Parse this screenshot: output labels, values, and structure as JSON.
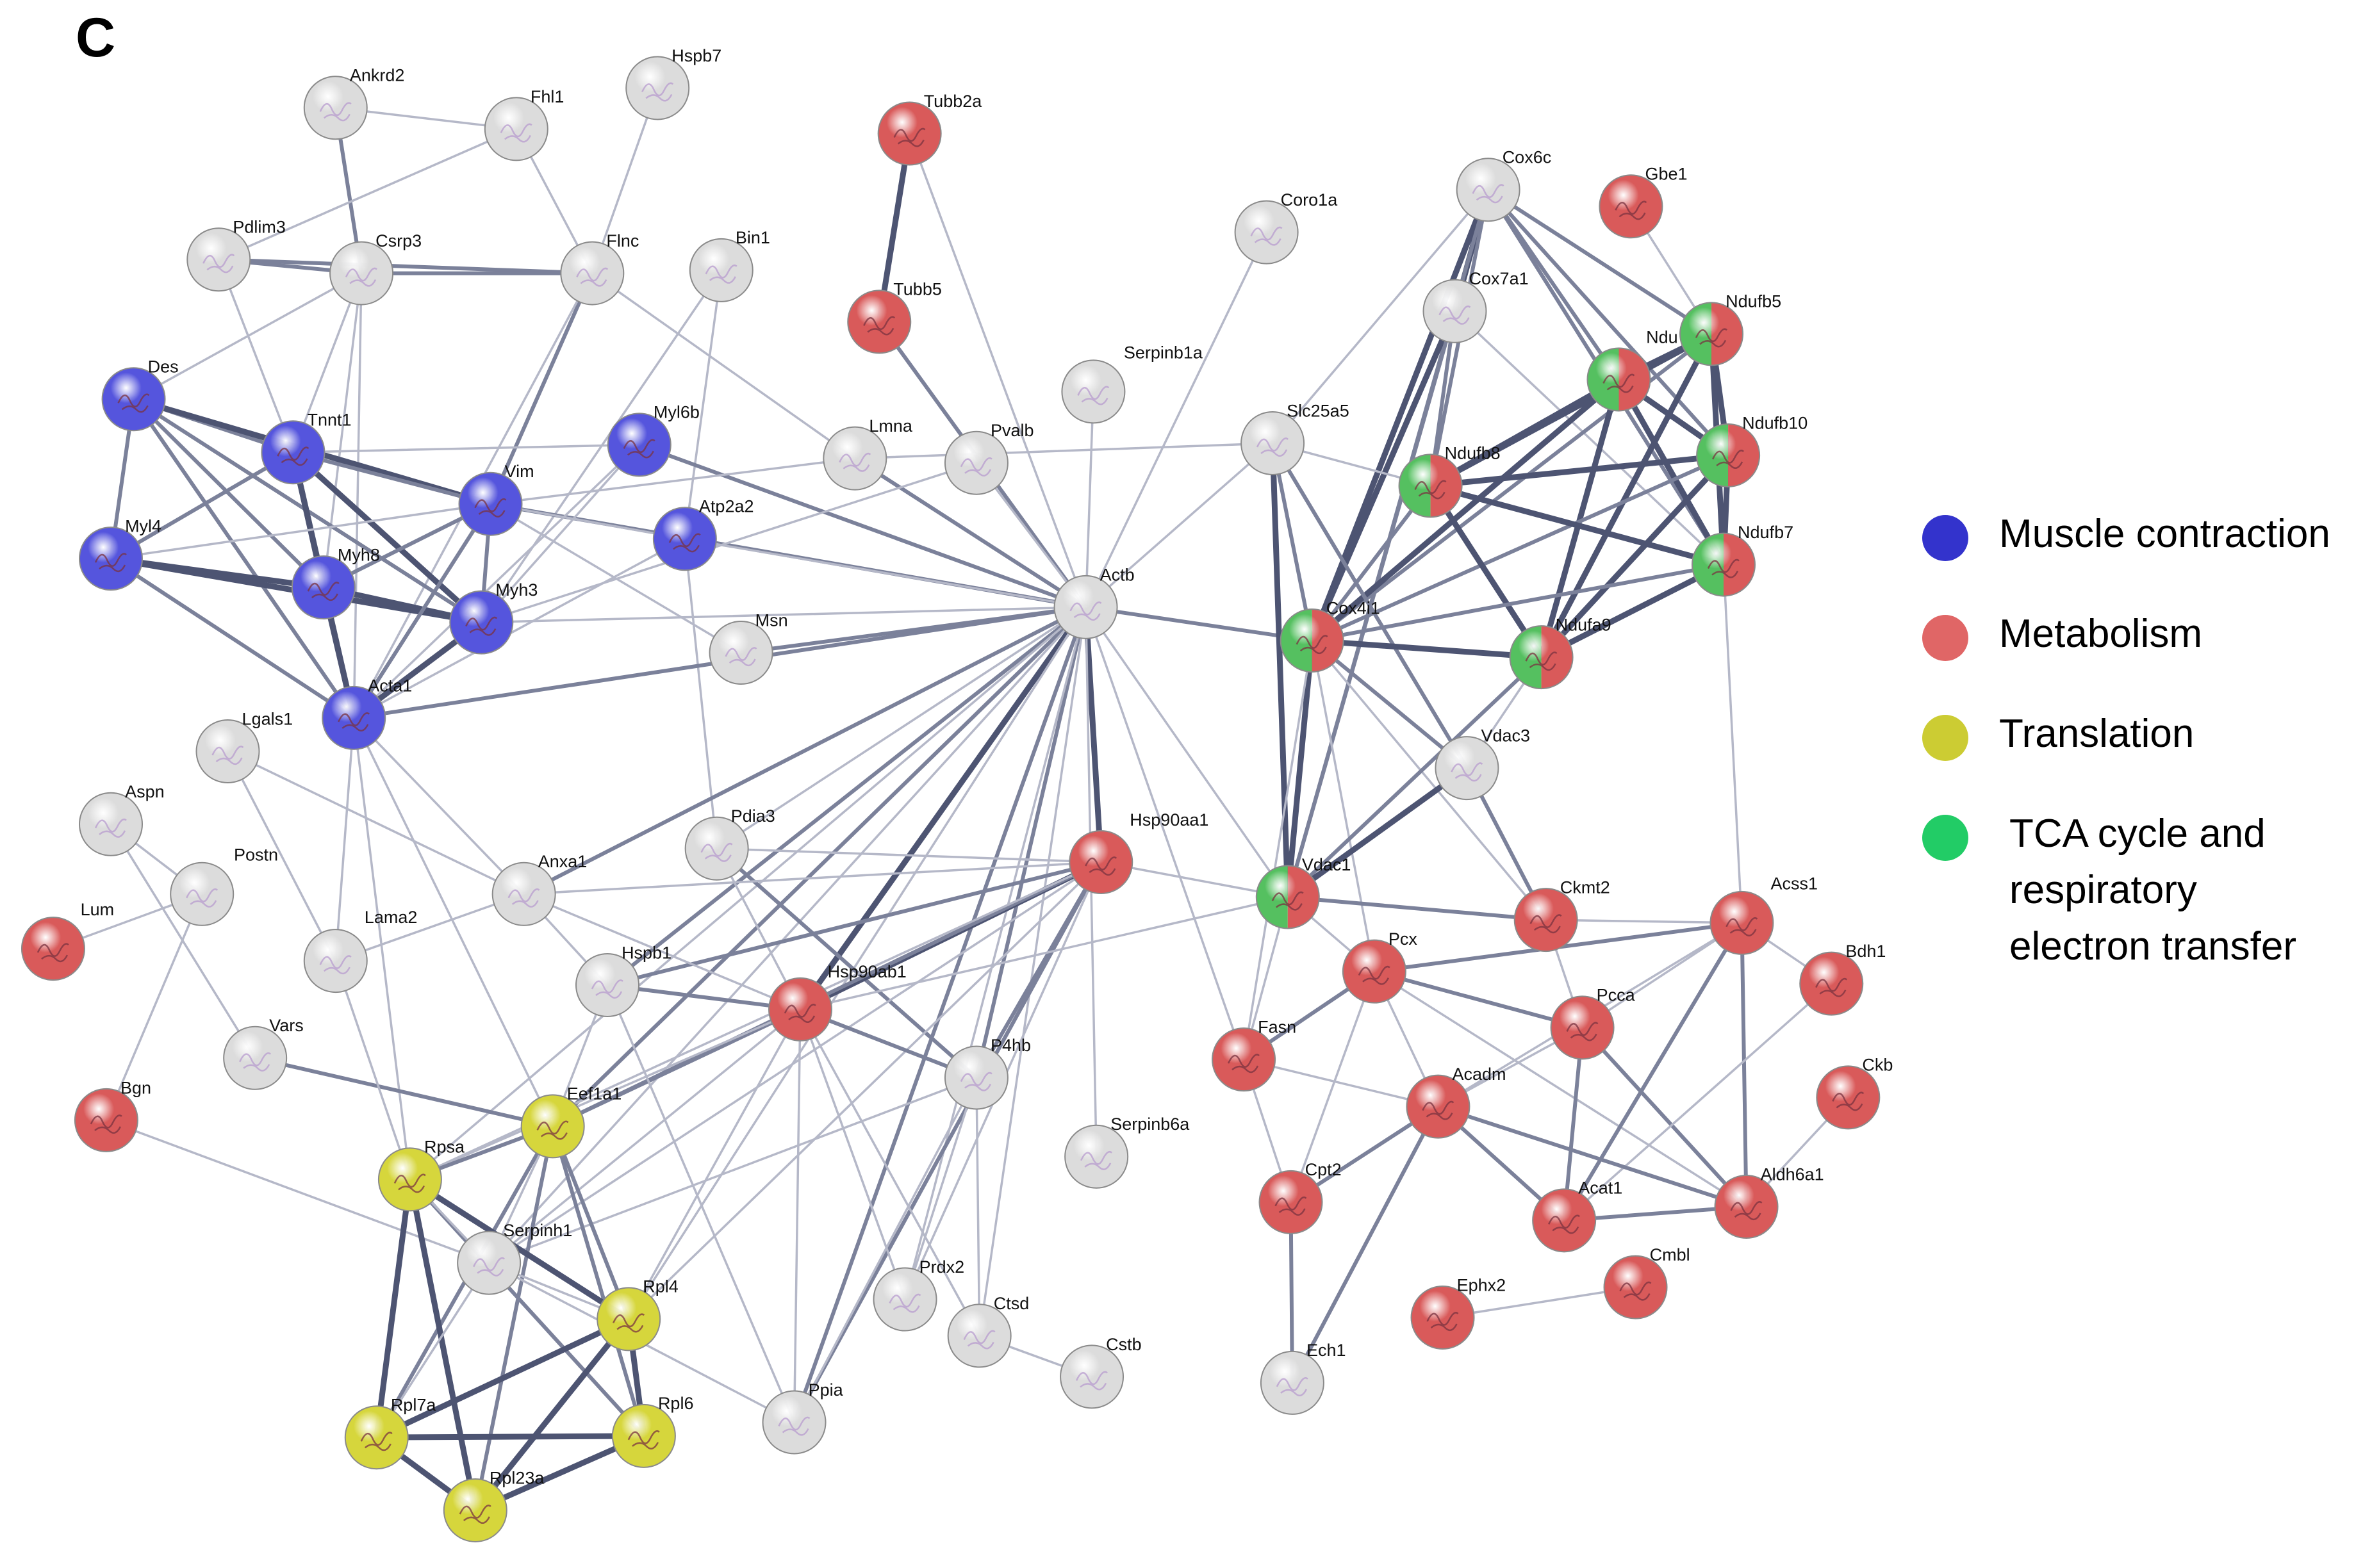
{
  "panel_label": "C",
  "legend": [
    {
      "key": "muscle",
      "label": "Muscle contraction",
      "color": "#3333cc"
    },
    {
      "key": "metab",
      "label": "Metabolism",
      "color": "#e06666"
    },
    {
      "key": "transl",
      "label": "Translation",
      "color": "#cccc33"
    },
    {
      "key": "tca",
      "label": "TCA cycle and respiratory electron transfer",
      "label_lines": [
        "TCA cycle and",
        "respiratory",
        "electron transfer"
      ],
      "color": "#22cc66"
    }
  ],
  "node_colors": {
    "grey": "#dcdcdc",
    "muscle": "#5555dd",
    "metab": "#d95a5a",
    "transl": "#d6d63c",
    "tca": "#55c060"
  },
  "nodes": [
    {
      "id": "Ankrd2",
      "groups": [
        "grey"
      ]
    },
    {
      "id": "Fhl1",
      "groups": [
        "grey"
      ]
    },
    {
      "id": "Hspb7",
      "groups": [
        "grey"
      ]
    },
    {
      "id": "Tubb2a",
      "groups": [
        "metab"
      ]
    },
    {
      "id": "Pdlim3",
      "groups": [
        "grey"
      ]
    },
    {
      "id": "Csrp3",
      "groups": [
        "grey"
      ]
    },
    {
      "id": "Flnc",
      "groups": [
        "grey"
      ]
    },
    {
      "id": "Bin1",
      "groups": [
        "grey"
      ]
    },
    {
      "id": "Tubb5",
      "groups": [
        "metab"
      ]
    },
    {
      "id": "Coro1a",
      "groups": [
        "grey"
      ]
    },
    {
      "id": "Cox6c",
      "groups": [
        "grey"
      ]
    },
    {
      "id": "Gbe1",
      "groups": [
        "metab"
      ]
    },
    {
      "id": "Cox7a1",
      "groups": [
        "grey"
      ]
    },
    {
      "id": "Ndufb5",
      "groups": [
        "tca",
        "metab"
      ]
    },
    {
      "id": "Ndu",
      "groups": [
        "tca",
        "metab"
      ]
    },
    {
      "id": "Des",
      "groups": [
        "muscle"
      ]
    },
    {
      "id": "Tnnt1",
      "groups": [
        "muscle"
      ]
    },
    {
      "id": "Serpinb1a",
      "groups": [
        "grey"
      ]
    },
    {
      "id": "Myl6b",
      "groups": [
        "muscle"
      ]
    },
    {
      "id": "Lmna",
      "groups": [
        "grey"
      ]
    },
    {
      "id": "Pvalb",
      "groups": [
        "grey"
      ]
    },
    {
      "id": "Slc25a5",
      "groups": [
        "grey"
      ]
    },
    {
      "id": "Ndufb10",
      "groups": [
        "tca",
        "metab"
      ]
    },
    {
      "id": "Ndufb8",
      "groups": [
        "tca",
        "metab"
      ]
    },
    {
      "id": "Vim",
      "groups": [
        "muscle"
      ]
    },
    {
      "id": "Atp2a2",
      "groups": [
        "muscle"
      ]
    },
    {
      "id": "Myl4",
      "groups": [
        "muscle"
      ]
    },
    {
      "id": "Myh8",
      "groups": [
        "muscle"
      ]
    },
    {
      "id": "Ndufb7",
      "groups": [
        "tca",
        "metab"
      ]
    },
    {
      "id": "Actb",
      "groups": [
        "grey"
      ]
    },
    {
      "id": "Myh3",
      "groups": [
        "muscle"
      ]
    },
    {
      "id": "Msn",
      "groups": [
        "grey"
      ]
    },
    {
      "id": "Cox4i1",
      "groups": [
        "tca",
        "metab"
      ]
    },
    {
      "id": "Ndufa9",
      "groups": [
        "tca",
        "metab"
      ]
    },
    {
      "id": "Acta1",
      "groups": [
        "muscle"
      ]
    },
    {
      "id": "Lgals1",
      "groups": [
        "grey"
      ]
    },
    {
      "id": "Vdac3",
      "groups": [
        "grey"
      ]
    },
    {
      "id": "Aspn",
      "groups": [
        "grey"
      ]
    },
    {
      "id": "Pdia3",
      "groups": [
        "grey"
      ]
    },
    {
      "id": "Hsp90aa1",
      "groups": [
        "metab"
      ]
    },
    {
      "id": "Vdac1",
      "groups": [
        "tca",
        "metab"
      ]
    },
    {
      "id": "Postn",
      "groups": [
        "grey"
      ]
    },
    {
      "id": "Anxa1",
      "groups": [
        "grey"
      ]
    },
    {
      "id": "Ckmt2",
      "groups": [
        "metab"
      ]
    },
    {
      "id": "Acss1",
      "groups": [
        "metab"
      ]
    },
    {
      "id": "Lum",
      "groups": [
        "metab"
      ]
    },
    {
      "id": "Lama2",
      "groups": [
        "grey"
      ]
    },
    {
      "id": "Hspb1",
      "groups": [
        "grey"
      ]
    },
    {
      "id": "Hsp90ab1",
      "groups": [
        "metab"
      ]
    },
    {
      "id": "Pcx",
      "groups": [
        "metab"
      ]
    },
    {
      "id": "Bdh1",
      "groups": [
        "metab"
      ]
    },
    {
      "id": "Pcca",
      "groups": [
        "metab"
      ]
    },
    {
      "id": "Vars",
      "groups": [
        "grey"
      ]
    },
    {
      "id": "Fasn",
      "groups": [
        "metab"
      ]
    },
    {
      "id": "P4hb",
      "groups": [
        "grey"
      ]
    },
    {
      "id": "Ckb",
      "groups": [
        "metab"
      ]
    },
    {
      "id": "Acadm",
      "groups": [
        "metab"
      ]
    },
    {
      "id": "Bgn",
      "groups": [
        "metab"
      ]
    },
    {
      "id": "Eef1a1",
      "groups": [
        "transl"
      ]
    },
    {
      "id": "Serpinb6a",
      "groups": [
        "grey"
      ]
    },
    {
      "id": "Rpsa",
      "groups": [
        "transl"
      ]
    },
    {
      "id": "Cpt2",
      "groups": [
        "metab"
      ]
    },
    {
      "id": "Acat1",
      "groups": [
        "metab"
      ]
    },
    {
      "id": "Aldh6a1",
      "groups": [
        "metab"
      ]
    },
    {
      "id": "Serpinh1",
      "groups": [
        "grey"
      ]
    },
    {
      "id": "Prdx2",
      "groups": [
        "grey"
      ]
    },
    {
      "id": "Rpl4",
      "groups": [
        "transl"
      ]
    },
    {
      "id": "Ctsd",
      "groups": [
        "grey"
      ]
    },
    {
      "id": "Cmbl",
      "groups": [
        "metab"
      ]
    },
    {
      "id": "Ephx2",
      "groups": [
        "metab"
      ]
    },
    {
      "id": "Cstb",
      "groups": [
        "grey"
      ]
    },
    {
      "id": "Ech1",
      "groups": [
        "grey"
      ]
    },
    {
      "id": "Rpl6",
      "groups": [
        "transl"
      ]
    },
    {
      "id": "Rpl7a",
      "groups": [
        "transl"
      ]
    },
    {
      "id": "Ppia",
      "groups": [
        "grey"
      ]
    },
    {
      "id": "Rpl23a",
      "groups": [
        "transl"
      ]
    }
  ],
  "edges": [
    [
      "Ankrd2",
      "Fhl1",
      1
    ],
    [
      "Ankrd2",
      "Csrp3",
      2
    ],
    [
      "Fhl1",
      "Pdlim3",
      1
    ],
    [
      "Fhl1",
      "Flnc",
      1
    ],
    [
      "Hspb7",
      "Flnc",
      1
    ],
    [
      "Pdlim3",
      "Csrp3",
      2
    ],
    [
      "Pdlim3",
      "Flnc",
      2
    ],
    [
      "Pdlim3",
      "Tnnt1",
      1
    ],
    [
      "Csrp3",
      "Flnc",
      2
    ],
    [
      "Csrp3",
      "Des",
      1
    ],
    [
      "Csrp3",
      "Tnnt1",
      1
    ],
    [
      "Csrp3",
      "Myh8",
      1
    ],
    [
      "Csrp3",
      "Acta1",
      1
    ],
    [
      "Flnc",
      "Vim",
      2
    ],
    [
      "Flnc",
      "Acta1",
      1
    ],
    [
      "Flnc",
      "Lmna",
      1
    ],
    [
      "Bin1",
      "Atp2a2",
      1
    ],
    [
      "Bin1",
      "Myh3",
      1
    ],
    [
      "Tubb2a",
      "Tubb5",
      3
    ],
    [
      "Tubb2a",
      "Actb",
      1
    ],
    [
      "Tubb5",
      "Actb",
      2
    ],
    [
      "Coro1a",
      "Actb",
      1
    ],
    [
      "Serpinb1a",
      "Actb",
      1
    ],
    [
      "Des",
      "Tnnt1",
      2
    ],
    [
      "Des",
      "Myl4",
      2
    ],
    [
      "Des",
      "Myh8",
      2
    ],
    [
      "Des",
      "Vim",
      3
    ],
    [
      "Des",
      "Myh3",
      2
    ],
    [
      "Des",
      "Acta1",
      2
    ],
    [
      "Tnnt1",
      "Myl4",
      2
    ],
    [
      "Tnnt1",
      "Myh8",
      3
    ],
    [
      "Tnnt1",
      "Myh3",
      3
    ],
    [
      "Tnnt1",
      "Acta1",
      3
    ],
    [
      "Tnnt1",
      "Vim",
      2
    ],
    [
      "Tnnt1",
      "Myl6b",
      1
    ],
    [
      "Myl4",
      "Myh8",
      3
    ],
    [
      "Myl4",
      "Myh3",
      3
    ],
    [
      "Myl4",
      "Acta1",
      2
    ],
    [
      "Myl4",
      "Vim",
      1
    ],
    [
      "Myh8",
      "Myh3",
      3
    ],
    [
      "Myh8",
      "Acta1",
      3
    ],
    [
      "Myh8",
      "Vim",
      2
    ],
    [
      "Myh3",
      "Acta1",
      3
    ],
    [
      "Myh3",
      "Vim",
      2
    ],
    [
      "Myh3",
      "Actb",
      1
    ],
    [
      "Vim",
      "Acta1",
      2
    ],
    [
      "Vim",
      "Actb",
      2
    ],
    [
      "Vim",
      "Atp2a2",
      1
    ],
    [
      "Myl6b",
      "Myh3",
      1
    ],
    [
      "Myl6b",
      "Actb",
      2
    ],
    [
      "Myl6b",
      "Acta1",
      1
    ],
    [
      "Atp2a2",
      "Actb",
      1
    ],
    [
      "Atp2a2",
      "Acta1",
      1
    ],
    [
      "Atp2a2",
      "Pdia3",
      1
    ],
    [
      "Acta1",
      "Actb",
      2
    ],
    [
      "Acta1",
      "Lama2",
      1
    ],
    [
      "Acta1",
      "Eef1a1",
      1
    ],
    [
      "Acta1",
      "Rpsa",
      1
    ],
    [
      "Acta1",
      "Anxa1",
      1
    ],
    [
      "Lmna",
      "Actb",
      2
    ],
    [
      "Lmna",
      "Vim",
      1
    ],
    [
      "Lmna",
      "Slc25a5",
      1
    ],
    [
      "Pvalb",
      "Actb",
      1
    ],
    [
      "Pvalb",
      "Myh3",
      1
    ],
    [
      "Msn",
      "Actb",
      2
    ],
    [
      "Msn",
      "Vim",
      1
    ],
    [
      "Actb",
      "Slc25a5",
      1
    ],
    [
      "Actb",
      "Cox4i1",
      2
    ],
    [
      "Actb",
      "Vdac1",
      1
    ],
    [
      "Actb",
      "Hsp90aa1",
      3
    ],
    [
      "Actb",
      "Hsp90ab1",
      3
    ],
    [
      "Actb",
      "Eef1a1",
      2
    ],
    [
      "Actb",
      "P4hb",
      2
    ],
    [
      "Actb",
      "Pdia3",
      1
    ],
    [
      "Actb",
      "Anxa1",
      2
    ],
    [
      "Actb",
      "Hspb1",
      2
    ],
    [
      "Actb",
      "Fasn",
      1
    ],
    [
      "Actb",
      "Ppia",
      2
    ],
    [
      "Actb",
      "Prdx2",
      1
    ],
    [
      "Actb",
      "Serpinb6a",
      1
    ],
    [
      "Actb",
      "Rpsa",
      1
    ],
    [
      "Actb",
      "Serpinh1",
      1
    ],
    [
      "Actb",
      "Rpl4",
      1
    ],
    [
      "Actb",
      "Ctsd",
      1
    ],
    [
      "Lgals1",
      "Lama2",
      1
    ],
    [
      "Lgals1",
      "Anxa1",
      1
    ],
    [
      "Aspn",
      "Postn",
      1
    ],
    [
      "Aspn",
      "Vars",
      1
    ],
    [
      "Postn",
      "Lum",
      1
    ],
    [
      "Postn",
      "Bgn",
      1
    ],
    [
      "Pdia3",
      "Hsp90aa1",
      1
    ],
    [
      "Pdia3",
      "P4hb",
      2
    ],
    [
      "Pdia3",
      "Hsp90ab1",
      1
    ],
    [
      "Hsp90aa1",
      "Hsp90ab1",
      3
    ],
    [
      "Hsp90aa1",
      "Hspb1",
      2
    ],
    [
      "Hsp90aa1",
      "Eef1a1",
      2
    ],
    [
      "Hsp90aa1",
      "P4hb",
      2
    ],
    [
      "Hsp90aa1",
      "Anxa1",
      1
    ],
    [
      "Hsp90aa1",
      "Ppia",
      2
    ],
    [
      "Hsp90aa1",
      "Prdx2",
      1
    ],
    [
      "Hsp90aa1",
      "Vdac1",
      1
    ],
    [
      "Hsp90aa1",
      "Serpinh1",
      1
    ],
    [
      "Hsp90aa1",
      "Rpl4",
      1
    ],
    [
      "Hsp90aa1",
      "Rpsa",
      1
    ],
    [
      "Hsp90ab1",
      "Hspb1",
      2
    ],
    [
      "Hsp90ab1",
      "Eef1a1",
      2
    ],
    [
      "Hsp90ab1",
      "P4hb",
      2
    ],
    [
      "Hsp90ab1",
      "Anxa1",
      1
    ],
    [
      "Hsp90ab1",
      "Prdx2",
      1
    ],
    [
      "Hsp90ab1",
      "Ppia",
      1
    ],
    [
      "Hsp90ab1",
      "Rpsa",
      1
    ],
    [
      "Hsp90ab1",
      "Serpinh1",
      1
    ],
    [
      "Hsp90ab1",
      "Rpl4",
      1
    ],
    [
      "Hsp90ab1",
      "Ctsd",
      1
    ],
    [
      "Anxa1",
      "Hspb1",
      1
    ],
    [
      "Anxa1",
      "Lama2",
      1
    ],
    [
      "Hspb1",
      "Eef1a1",
      1
    ],
    [
      "Hspb1",
      "Ppia",
      1
    ],
    [
      "P4hb",
      "Serpinh1",
      1
    ],
    [
      "P4hb",
      "Ppia",
      1
    ],
    [
      "P4hb",
      "Prdx2",
      1
    ],
    [
      "P4hb",
      "Ctsd",
      1
    ],
    [
      "Ctsd",
      "Cstb",
      1
    ],
    [
      "Vars",
      "Eef1a1",
      2
    ],
    [
      "Bgn",
      "Serpinh1",
      1
    ],
    [
      "Lama2",
      "Rpsa",
      1
    ],
    [
      "Eef1a1",
      "Rpsa",
      2
    ],
    [
      "Eef1a1",
      "Rpl4",
      2
    ],
    [
      "Eef1a1",
      "Rpl6",
      2
    ],
    [
      "Eef1a1",
      "Rpl7a",
      2
    ],
    [
      "Eef1a1",
      "Rpl23a",
      2
    ],
    [
      "Eef1a1",
      "Serpinh1",
      1
    ],
    [
      "Rpsa",
      "Rpl4",
      3
    ],
    [
      "Rpsa",
      "Rpl6",
      2
    ],
    [
      "Rpsa",
      "Rpl7a",
      3
    ],
    [
      "Rpsa",
      "Rpl23a",
      3
    ],
    [
      "Rpsa",
      "Serpinh1",
      1
    ],
    [
      "Serpinh1",
      "Rpl4",
      1
    ],
    [
      "Serpinh1",
      "Ppia",
      1
    ],
    [
      "Serpinh1",
      "Rpl7a",
      1
    ],
    [
      "Rpl4",
      "Rpl6",
      3
    ],
    [
      "Rpl4",
      "Rpl7a",
      3
    ],
    [
      "Rpl4",
      "Rpl23a",
      3
    ],
    [
      "Rpl6",
      "Rpl7a",
      3
    ],
    [
      "Rpl6",
      "Rpl23a",
      3
    ],
    [
      "Rpl7a",
      "Rpl23a",
      3
    ],
    [
      "Cox6c",
      "Cox7a1",
      3
    ],
    [
      "Cox6c",
      "Ndufb5",
      2
    ],
    [
      "Cox6c",
      "Ndu",
      2
    ],
    [
      "Cox6c",
      "Ndufb8",
      2
    ],
    [
      "Cox6c",
      "Cox4i1",
      3
    ],
    [
      "Cox6c",
      "Slc25a5",
      1
    ],
    [
      "Cox6c",
      "Vdac1",
      2
    ],
    [
      "Cox6c",
      "Ndufb10",
      2
    ],
    [
      "Cox6c",
      "Ndufb7",
      2
    ],
    [
      "Cox7a1",
      "Cox4i1",
      3
    ],
    [
      "Cox7a1",
      "Ndufb8",
      2
    ],
    [
      "Cox7a1",
      "Vdac1",
      2
    ],
    [
      "Cox7a1",
      "Ndufb7",
      1
    ],
    [
      "Gbe1",
      "Ndufb5",
      1
    ],
    [
      "Ndufb5",
      "Ndu",
      3
    ],
    [
      "Ndufb5",
      "Ndufb10",
      3
    ],
    [
      "Ndufb5",
      "Ndufb8",
      3
    ],
    [
      "Ndufb5",
      "Ndufb7",
      3
    ],
    [
      "Ndufb5",
      "Ndufa9",
      3
    ],
    [
      "Ndufb5",
      "Cox4i1",
      2
    ],
    [
      "Ndu",
      "Ndufb10",
      3
    ],
    [
      "Ndu",
      "Ndufb8",
      3
    ],
    [
      "Ndu",
      "Ndufb7",
      3
    ],
    [
      "Ndu",
      "Ndufa9",
      3
    ],
    [
      "Ndu",
      "Cox4i1",
      3
    ],
    [
      "Ndufb10",
      "Ndufb8",
      3
    ],
    [
      "Ndufb10",
      "Ndufb7",
      3
    ],
    [
      "Ndufb10",
      "Ndufa9",
      3
    ],
    [
      "Ndufb10",
      "Cox4i1",
      2
    ],
    [
      "Ndufb8",
      "Ndufb7",
      3
    ],
    [
      "Ndufb8",
      "Ndufa9",
      3
    ],
    [
      "Ndufb8",
      "Cox4i1",
      2
    ],
    [
      "Ndufb7",
      "Ndufa9",
      3
    ],
    [
      "Ndufb7",
      "Cox4i1",
      2
    ],
    [
      "Slc25a5",
      "Cox4i1",
      2
    ],
    [
      "Slc25a5",
      "Vdac1",
      3
    ],
    [
      "Slc25a5",
      "Vdac3",
      2
    ],
    [
      "Slc25a5",
      "Ndufb8",
      1
    ],
    [
      "Cox4i1",
      "Ndufa9",
      3
    ],
    [
      "Cox4i1",
      "Vdac1",
      3
    ],
    [
      "Cox4i1",
      "Vdac3",
      2
    ],
    [
      "Cox4i1",
      "Ckmt2",
      1
    ],
    [
      "Cox4i1",
      "Pcx",
      1
    ],
    [
      "Ndufa9",
      "Vdac1",
      2
    ],
    [
      "Ndufa9",
      "Vdac3",
      1
    ],
    [
      "Vdac1",
      "Vdac3",
      3
    ],
    [
      "Vdac1",
      "Ckmt2",
      2
    ],
    [
      "Vdac1",
      "Hsp90ab1",
      1
    ],
    [
      "Vdac3",
      "Ckmt2",
      2
    ],
    [
      "Ndufb7",
      "Acss1",
      1
    ],
    [
      "Ckmt2",
      "Acss1",
      1
    ],
    [
      "Ckmt2",
      "Pcca",
      1
    ],
    [
      "Pcx",
      "Acss1",
      2
    ],
    [
      "Pcx",
      "Pcca",
      2
    ],
    [
      "Pcx",
      "Fasn",
      2
    ],
    [
      "Pcx",
      "Acadm",
      1
    ],
    [
      "Pcx",
      "Cpt2",
      1
    ],
    [
      "Pcx",
      "Aldh6a1",
      1
    ],
    [
      "Acss1",
      "Pcca",
      1
    ],
    [
      "Acss1",
      "Acat1",
      2
    ],
    [
      "Acss1",
      "Aldh6a1",
      2
    ],
    [
      "Acss1",
      "Bdh1",
      1
    ],
    [
      "Acss1",
      "Acadm",
      1
    ],
    [
      "Pcca",
      "Acat1",
      2
    ],
    [
      "Pcca",
      "Aldh6a1",
      2
    ],
    [
      "Pcca",
      "Acadm",
      1
    ],
    [
      "Bdh1",
      "Acat1",
      1
    ],
    [
      "Fasn",
      "Acadm",
      1
    ],
    [
      "Fasn",
      "Cpt2",
      1
    ],
    [
      "Acadm",
      "Cpt2",
      2
    ],
    [
      "Acadm",
      "Acat1",
      2
    ],
    [
      "Acadm",
      "Aldh6a1",
      2
    ],
    [
      "Acadm",
      "Ech1",
      2
    ],
    [
      "Cpt2",
      "Ech1",
      2
    ],
    [
      "Acat1",
      "Aldh6a1",
      2
    ],
    [
      "Aldh6a1",
      "Ckb",
      1
    ],
    [
      "Ephx2",
      "Cmbl",
      1
    ],
    [
      "Vdac1",
      "Pcx",
      1
    ],
    [
      "Vdac1",
      "Fasn",
      1
    ],
    [
      "Cox4i1",
      "Fasn",
      1
    ]
  ]
}
